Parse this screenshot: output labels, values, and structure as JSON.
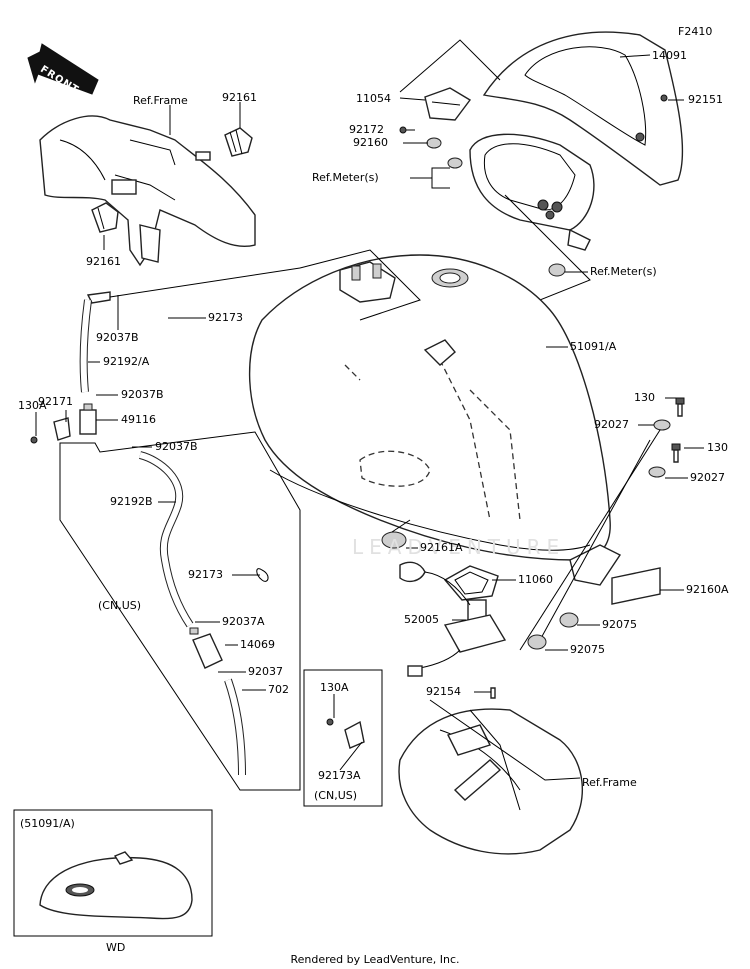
{
  "figure_code": "F2410",
  "front_label": "FRONT",
  "watermark": "LEADVENTURE",
  "footer": "Rendered by LeadVenture, Inc.",
  "labels": {
    "ref_frame_top": "Ref.Frame",
    "p92161_top": "92161",
    "p92161_bottom": "92161",
    "p11054": "11054",
    "p14091": "14091",
    "p92151": "92151",
    "p92172": "92172",
    "p92160": "92160",
    "ref_meter_1": "Ref.Meter(s)",
    "ref_meter_2": "Ref.Meter(s)",
    "p92037b_1": "92037B",
    "p92173_1": "92173",
    "p92192a": "92192/A",
    "p51091a": "51091/A",
    "p92171": "92171",
    "p130a_1": "130A",
    "p92037b_2": "92037B",
    "p49116": "49116",
    "p92037b_3": "92037B",
    "p130_1": "130",
    "p92027_1": "92027",
    "p130_2": "130",
    "p92027_2": "92027",
    "p92192b": "92192B",
    "p92161a": "92161A",
    "p92173_2": "92173",
    "p11060": "11060",
    "p92160a": "92160A",
    "cn_us_1": "(CN,US)",
    "p92037a": "92037A",
    "p52005": "52005",
    "p92075_1": "92075",
    "p14069": "14069",
    "p92075_2": "92075",
    "p92037": "92037",
    "p702": "702",
    "p92154": "92154",
    "p130a_2": "130A",
    "p92173a": "92173A",
    "cn_us_2": "(CN,US)",
    "ref_frame_bottom": "Ref.Frame",
    "inset_title": "(51091/A)",
    "inset_caption": "WD"
  }
}
